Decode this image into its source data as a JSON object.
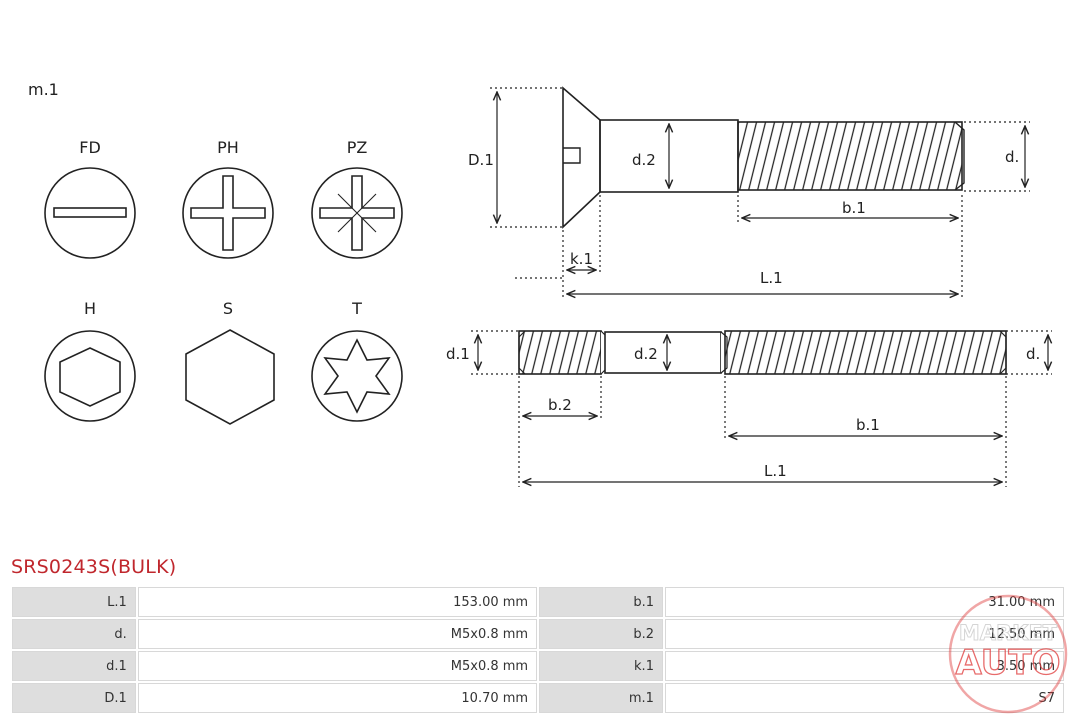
{
  "drawing": {
    "material_label": "m.1",
    "drive_types": [
      "FD",
      "PH",
      "PZ",
      "H",
      "S",
      "T"
    ],
    "top_view_labels": {
      "head_diameter": "D.1",
      "shank_diameter": "d.2",
      "thread_diameter": "d.",
      "thread_length": "b.1",
      "head_height": "k.1",
      "total_length": "L.1"
    },
    "bottom_view_labels": {
      "thread_diameter_1": "d.1",
      "shank_diameter": "d.2",
      "thread_diameter": "d.",
      "thread_length_2": "b.2",
      "thread_length_1": "b.1",
      "total_length": "L.1"
    }
  },
  "product": {
    "code": "SRS0243S(BULK)"
  },
  "specs": [
    {
      "k1": "L.1",
      "v1": "153.00 mm",
      "k2": "b.1",
      "v2": "31.00 mm"
    },
    {
      "k1": "d.",
      "v1": "M5x0.8 mm",
      "k2": "b.2",
      "v2": "12.50 mm"
    },
    {
      "k1": "d.1",
      "v1": "M5x0.8 mm",
      "k2": "k.1",
      "v2": "3.50 mm"
    },
    {
      "k1": "D.1",
      "v1": "10.70 mm",
      "k2": "m.1",
      "v2": "S7"
    }
  ],
  "watermark": {
    "line1": "MARKET",
    "line2": "AUTO"
  },
  "colors": {
    "accent": "#c0272d",
    "watermark": "#e03a3a",
    "stroke": "#222222"
  }
}
